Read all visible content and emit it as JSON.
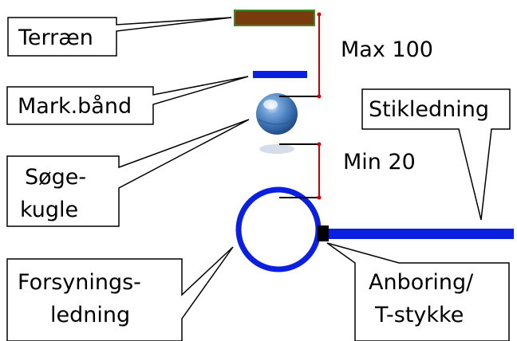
{
  "callouts": {
    "terrain": "Terræn",
    "marker_tape": "Mark.bånd",
    "search_ball_line1": "Søge-",
    "search_ball_line2": "kugle",
    "service_line": "Stikledning",
    "main_line_line1": "Forsynings-",
    "main_line_line2": "ledning",
    "tap_line1": "Anboring/",
    "tap_line2": "T-stykke"
  },
  "dimensions": {
    "max_label": "Max 100",
    "min_label": "Min 20"
  },
  "colors": {
    "terrain_fill": "#7a3b0c",
    "terrain_border": "#3a8a2a",
    "marker_tape": "#0b1fe0",
    "pipe": "#0b1fe0",
    "search_ball": "#3f74b4",
    "dimension_line": "#d40000",
    "tap_fitting": "#000000"
  }
}
